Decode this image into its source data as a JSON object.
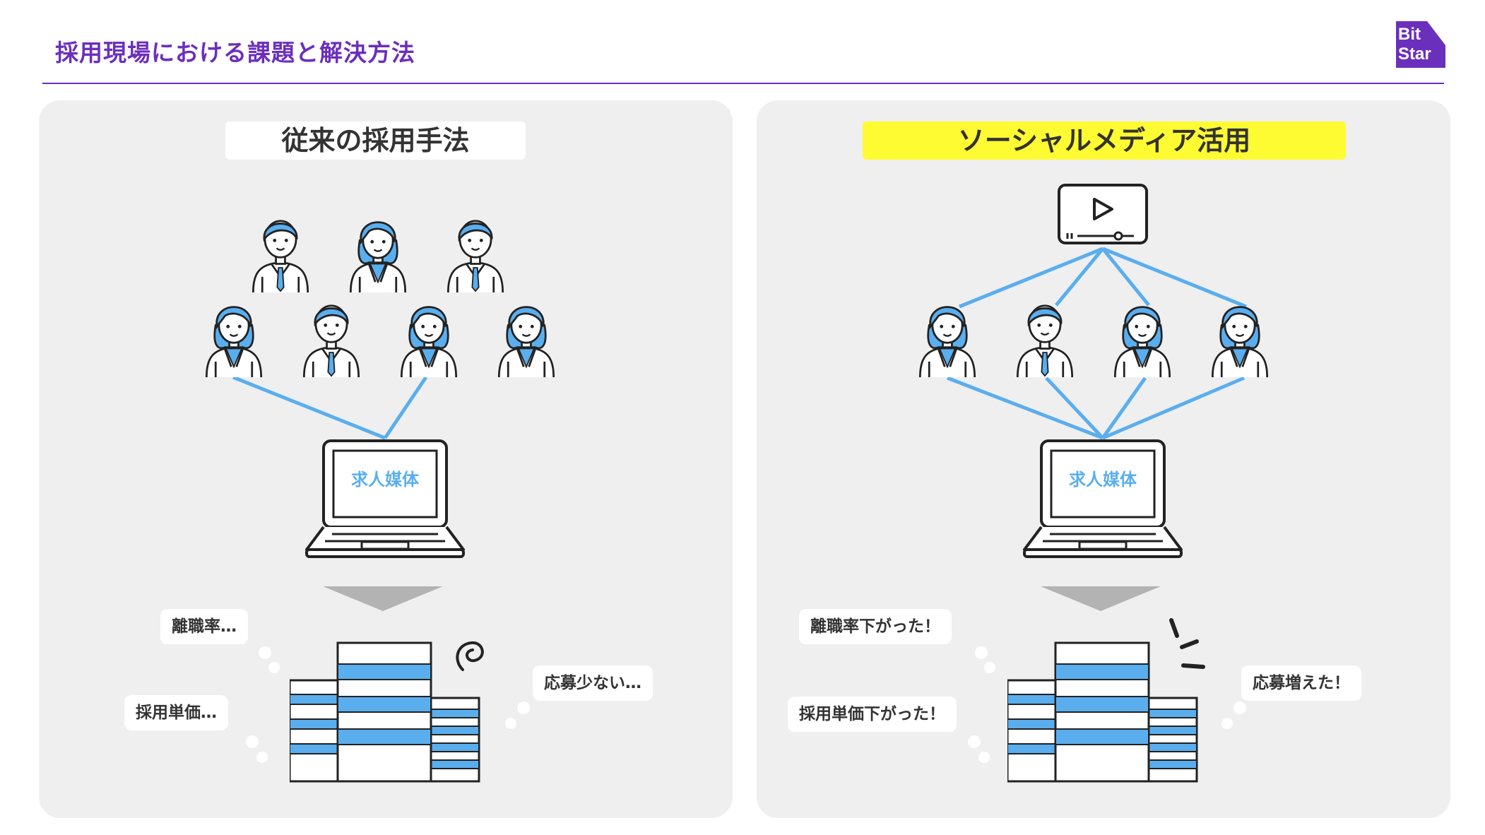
{
  "page": {
    "title": "採用現場における課題と解決方法",
    "logo_text": [
      "Bit",
      "Star"
    ]
  },
  "colors": {
    "brand_purple": "#6b2fbd",
    "panel_bg": "#efefef",
    "highlight_yellow": "#fffb33",
    "line_blue": "#5aaeee",
    "text_dark": "#333333"
  },
  "left_panel": {
    "title": "従来の採用手法",
    "laptop_label": "求人媒体",
    "bubbles": [
      "離職率…",
      "採用単価…",
      "応募少ない…"
    ]
  },
  "right_panel": {
    "title": "ソーシャルメディア活用",
    "laptop_label": "求人媒体",
    "bubbles": [
      "離職率下がった！",
      "採用単価下がった！",
      "応募増えた！"
    ]
  }
}
